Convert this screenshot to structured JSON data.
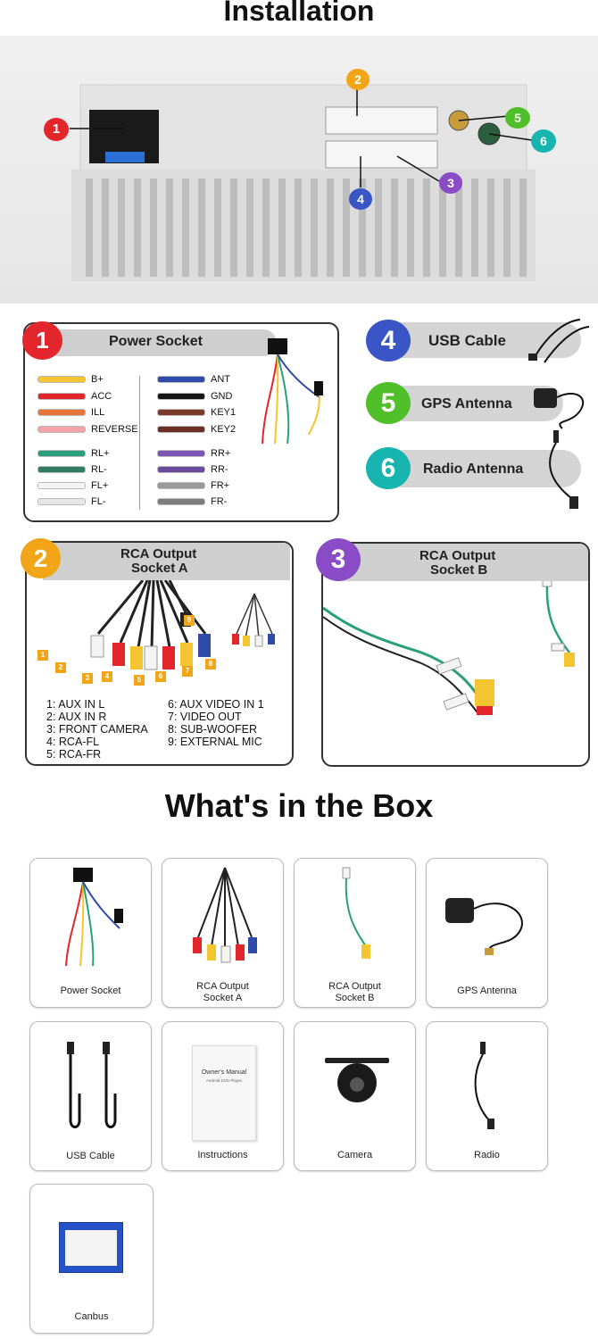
{
  "installation": {
    "title": "Installation",
    "callouts": [
      "1",
      "2",
      "3",
      "4",
      "5",
      "6"
    ]
  },
  "power_socket": {
    "number": "1",
    "title": "Power Socket",
    "left_wires": [
      {
        "label": "B+",
        "color": "#f5c431"
      },
      {
        "label": "ACC",
        "color": "#e3262b"
      },
      {
        "label": "ILL",
        "color": "#e8743a"
      },
      {
        "label": "REVERSE",
        "color": "#f3a3a7"
      },
      {
        "label": "RL+",
        "color": "#2aa07a"
      },
      {
        "label": "RL-",
        "color": "#2f7d63"
      },
      {
        "label": "FL+",
        "color": "#f4f4f4"
      },
      {
        "label": "FL-",
        "color": "#e6e6e6"
      }
    ],
    "right_wires": [
      {
        "label": "ANT",
        "color": "#2f4aa8"
      },
      {
        "label": "GND",
        "color": "#151515"
      },
      {
        "label": "KEY1",
        "color": "#7a3a2a"
      },
      {
        "label": "KEY2",
        "color": "#6b2f26"
      },
      {
        "label": "RR+",
        "color": "#7d55b8"
      },
      {
        "label": "RR-",
        "color": "#6a4a9e"
      },
      {
        "label": "FR+",
        "color": "#9a9a9a"
      },
      {
        "label": "FR-",
        "color": "#7d7d7d"
      }
    ]
  },
  "usb_cable": {
    "number": "4",
    "title": "USB Cable"
  },
  "gps_antenna": {
    "number": "5",
    "title": "GPS Antenna"
  },
  "radio_antenna": {
    "number": "6",
    "title": "Radio Antenna"
  },
  "rca_a": {
    "number": "2",
    "title_line1": "RCA Output",
    "title_line2": "Socket A",
    "tags": [
      "1",
      "2",
      "3",
      "4",
      "5",
      "6",
      "7",
      "8",
      "9"
    ],
    "legend_left": [
      "1: AUX IN L",
      "2: AUX IN R",
      "3: FRONT CAMERA",
      "4: RCA-FL",
      "5: RCA-FR"
    ],
    "legend_right": [
      "6: AUX VIDEO IN 1",
      "7: VIDEO OUT",
      "8: SUB-WOOFER",
      "9: EXTERNAL MIC"
    ]
  },
  "rca_b": {
    "number": "3",
    "title_line1": "RCA Output",
    "title_line2": "Socket B"
  },
  "box": {
    "title": "What's in the Box",
    "items": [
      {
        "line1": "Power Socket",
        "line2": ""
      },
      {
        "line1": "RCA Output",
        "line2": "Socket A"
      },
      {
        "line1": "RCA Output",
        "line2": "Socket B"
      },
      {
        "line1": "GPS Antenna",
        "line2": ""
      },
      {
        "line1": "USB Cable",
        "line2": ""
      },
      {
        "line1": "Instructions",
        "line2": ""
      },
      {
        "line1": "Camera",
        "line2": ""
      },
      {
        "line1": "Radio",
        "line2": ""
      },
      {
        "line1": "Canbus",
        "line2": ""
      }
    ],
    "manual_title": "Owner's Manual",
    "manual_sub": "Android DVD Player"
  },
  "colors": {
    "c1": "#e3262b",
    "c2": "#f2a516",
    "c3": "#8a4cc6",
    "c4": "#3a55c6",
    "c5": "#4fbf2a",
    "c6": "#18b5b0"
  }
}
